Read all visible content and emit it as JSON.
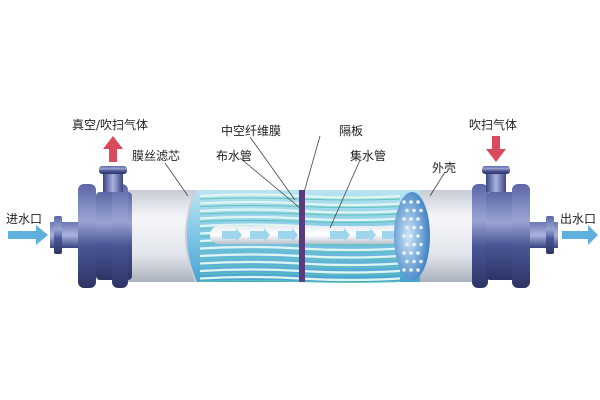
{
  "labels": {
    "vacuum_blow": "真空/吹扫气体",
    "blow_right": "吹扫气体",
    "inlet": "进水口",
    "outlet": "出水口",
    "filter_core": "膜丝滤芯",
    "distribution_tube": "布水管",
    "hollow_fiber": "中空纤维膜",
    "partition": "隔板",
    "collection_tube": "集水管",
    "shell": "外壳"
  },
  "colors": {
    "arrow_red": "#d94a5e",
    "arrow_blue": "#5fb0dc",
    "cap_dark": "#3f4a86",
    "cap_light": "#8894c4",
    "shell_gray": "#dfe3ea",
    "fiber_teal": "#7ad6c8",
    "section_blue": "#3e7fc4",
    "partition": "#5a3c7e"
  },
  "icons": {
    "up_arrow": "arrow-up-icon",
    "down_arrow": "arrow-down-icon",
    "right_arrow": "arrow-right-icon"
  }
}
